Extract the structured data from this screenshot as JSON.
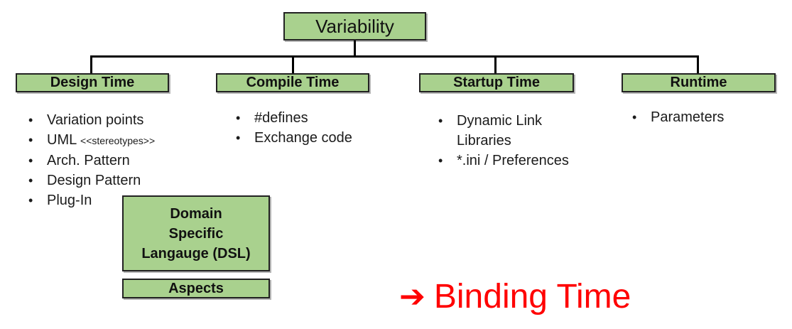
{
  "root": {
    "label": "Variability"
  },
  "columns": [
    {
      "id": "design-time",
      "label": "Design Time",
      "bullets": [
        {
          "text": "Variation points"
        },
        {
          "text": "UML",
          "small": "<<stereotypes>>"
        },
        {
          "text": "Arch. Pattern"
        },
        {
          "text": "Design Pattern"
        },
        {
          "text": "Plug-In"
        }
      ]
    },
    {
      "id": "compile-time",
      "label": "Compile Time",
      "bullets": [
        {
          "text": "#defines"
        },
        {
          "text": "Exchange code"
        }
      ]
    },
    {
      "id": "startup-time",
      "label": "Startup Time",
      "bullets": [
        {
          "text": "Dynamic Link Libraries"
        },
        {
          "text": "*.ini / Preferences"
        }
      ]
    },
    {
      "id": "runtime",
      "label": "Runtime",
      "bullets": [
        {
          "text": "Parameters"
        }
      ]
    }
  ],
  "extra_boxes": [
    {
      "id": "dsl",
      "lines": [
        "Domain",
        "Specific",
        "Langauge (DSL)"
      ]
    },
    {
      "id": "aspects",
      "label": "Aspects"
    }
  ],
  "annotation": {
    "arrow": "➔",
    "label": "Binding Time",
    "color": "#ff0000"
  },
  "colors": {
    "box_fill": "#a9d18e",
    "box_border": "#222222",
    "line": "#000000"
  },
  "bullet_glyph": "•"
}
